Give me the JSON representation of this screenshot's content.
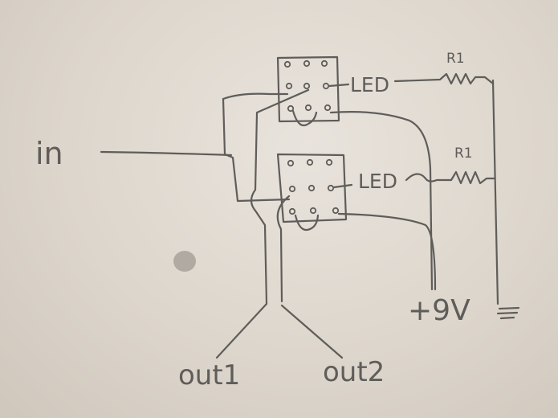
{
  "labels": {
    "input": "in",
    "led_top": "LED",
    "led_bottom": "LED",
    "resistor_top": "R1",
    "resistor_bottom": "R1",
    "supply": "+9V",
    "output_1": "out1",
    "output_2": "out2"
  },
  "colors": {
    "paper": "#ddd6cc",
    "pencil": "#5f5d5a"
  }
}
